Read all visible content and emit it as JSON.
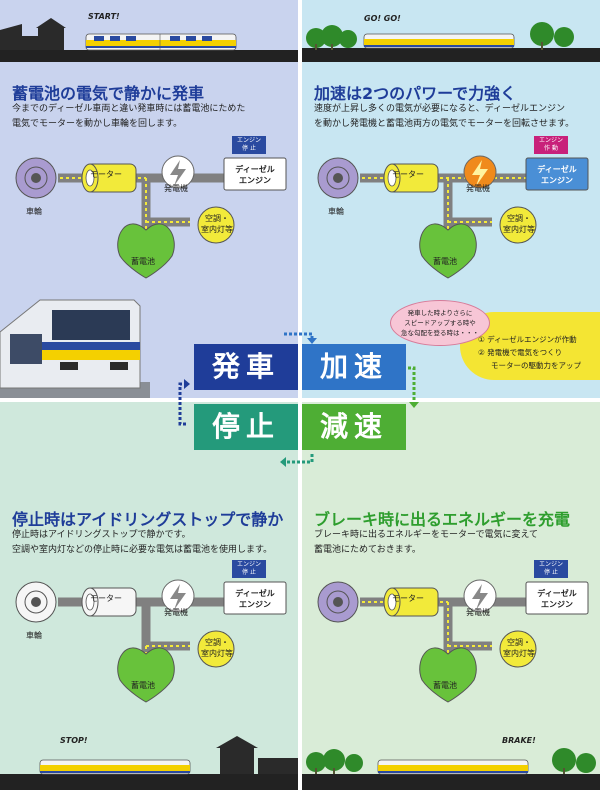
{
  "start": {
    "sign": "START!",
    "title": "蓄電池の電気で静かに発車",
    "desc": [
      "今までのディーゼル車両と違い発車時には蓄電池にためた",
      "電気でモーターを動かし車輪を回します。"
    ],
    "engine_status": [
      "エンジン",
      "停 止"
    ]
  },
  "accel": {
    "sign": "GO! GO!",
    "title": "加速は2つのパワーで力強く",
    "desc": [
      "速度が上昇し多くの電気が必要になると、ディーゼルエンジン",
      "を動かし発電機と蓄電池両方の電気でモーターを回転させます。"
    ],
    "engine_status": [
      "エンジン",
      "作 動"
    ],
    "bubble": [
      "発車した時よりさらに",
      "スピードアップする時や",
      "急な勾配を登る時は・・・"
    ],
    "callout": [
      "① ディーゼルエンジンが作動",
      "② 発電機で電気をつくり",
      "モーターの駆動力をアップ"
    ]
  },
  "stop": {
    "sign": "STOP!",
    "title": "停止時はアイドリングストップで静か",
    "desc": [
      "停止時はアイドリングストップで静かです。",
      "空調や室内灯などの停止時に必要な電気は蓄電池を使用します。"
    ],
    "engine_status": [
      "エンジン",
      "停 止"
    ]
  },
  "brake": {
    "sign": "BRAKE!",
    "title": "ブレーキ時に出るエネルギーを充電",
    "desc": [
      "ブレーキ時に出るエネルギーをモーターで電気に変えて",
      "蓄電池にためておきます。"
    ],
    "engine_status": [
      "エンジン",
      "停 止"
    ]
  },
  "components": {
    "wheel": "車輪",
    "motor": "モーター",
    "generator": "発電機",
    "diesel_engine": [
      "ディーゼル",
      "エンジン"
    ],
    "aux": [
      "空調・",
      "室内灯等"
    ],
    "battery": "蓄電池"
  },
  "phases": {
    "start": "発車",
    "accel": "加速",
    "stop": "停止",
    "brake": "減速"
  },
  "colors": {
    "navy": "#1f3d99",
    "blue": "#2f74c7",
    "teal": "#249a7b",
    "green": "#4eae34",
    "wheel_purple": "#a99bd0",
    "motor_yellow": "#f2ea3a",
    "battery_green": "#68c23b",
    "engine_running": "#4a8fd6",
    "generator_active": "#f08a1c",
    "callout_yellow": "#f4e533"
  }
}
